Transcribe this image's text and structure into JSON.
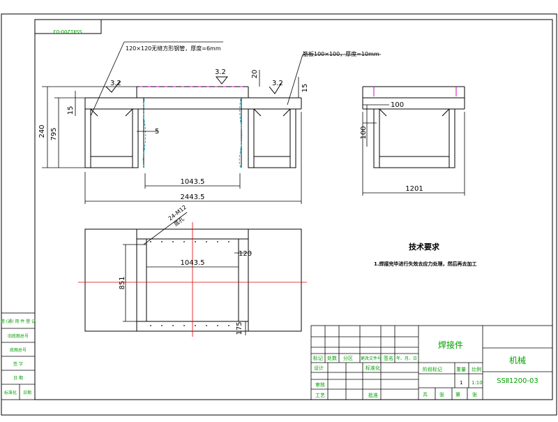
{
  "drawing": {
    "code_mirrored": "SSⅡ1200-03",
    "annotations": {
      "tube": "120×120无缝方形钢管，厚度=6mm",
      "plate": "筋板100×100，厚度=10mm",
      "roughness_1": "3.2",
      "roughness_2": "3.2",
      "roughness_3": "3.2",
      "holes": "24-M12",
      "holes_sub": "底孔"
    },
    "dimensions": {
      "d240": "240",
      "d795": "795",
      "d15a": "15",
      "d5": "5",
      "d20": "20",
      "d15b": "15",
      "d1043a": "1043.5",
      "d2443": "2443.5",
      "d100a": "100",
      "d100b": "100",
      "d1201": "1201",
      "d851": "851",
      "d1043b": "1043.5",
      "d120": "120",
      "d175": "175"
    },
    "tech": {
      "title": "技术要求",
      "line1": "1.焊接完毕进行失效去应力处理，然后再去加工"
    }
  },
  "title_block": {
    "part_name": "焊接件",
    "unit": "机械",
    "code": "SSⅡ1200-03",
    "row_labels": [
      "标记",
      "处数",
      "分区",
      "更改文件号",
      "签名",
      "年、月、日"
    ],
    "designer": "设计",
    "standard": "标准化",
    "stage": "阶段标记",
    "weight": "重量",
    "scale_label": "比例",
    "qty": "1",
    "scale": "1:10",
    "check": "审核",
    "process": "工艺",
    "approve": "批准",
    "sheets": [
      "共",
      "张",
      "第",
      "张"
    ]
  },
  "side_block": {
    "rows": [
      "借 (通) 用 件 登 记",
      "旧底图总号",
      "底图总号",
      "签 字",
      "日 期"
    ],
    "bottom": [
      "标准化",
      "日期"
    ]
  },
  "colors": {
    "line": "#000000",
    "center": "#e00000",
    "cyan": "#00b0c8",
    "magenta": "#d000d0",
    "green": "#00a000"
  }
}
